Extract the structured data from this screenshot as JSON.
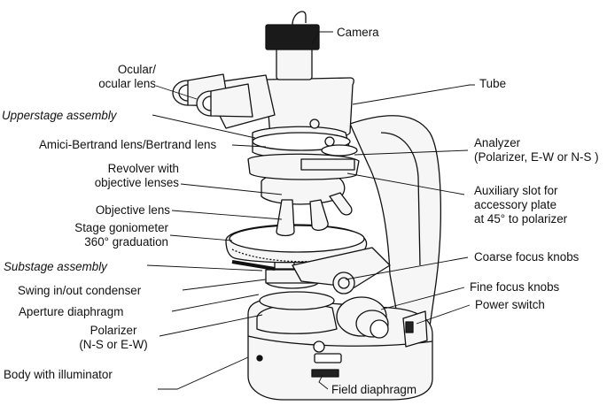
{
  "labels": {
    "camera": "Camera",
    "ocular": [
      "Ocular/",
      "ocular lens"
    ],
    "tube": "Tube",
    "upperstage": "Upperstage assembly",
    "amici": "Amici-Bertrand lens/Bertrand lens",
    "analyzer": [
      "Analyzer",
      "(Polarizer, E-W or N-S )"
    ],
    "revolver": [
      "Revolver with",
      "objective lenses"
    ],
    "auxiliary": [
      "Auxiliary slot for",
      "accessory plate",
      "at 45° to polarizer"
    ],
    "objective": "Objective lens",
    "goniometer": [
      "Stage goniometer",
      "360° graduation"
    ],
    "substage": "Substage assembly",
    "coarse": "Coarse focus knobs",
    "swing": "Swing in/out condenser",
    "fine": "Fine focus knobs",
    "aperture": "Aperture diaphragm",
    "power": "Power switch",
    "polarizer": [
      "Polarizer",
      "(N-S or E-W)"
    ],
    "body": "Body with illuminator",
    "field": "Field diaphragm"
  },
  "colors": {
    "line": "#111111",
    "metal": "#f4f4f4",
    "dark": "#1a1a1a"
  }
}
